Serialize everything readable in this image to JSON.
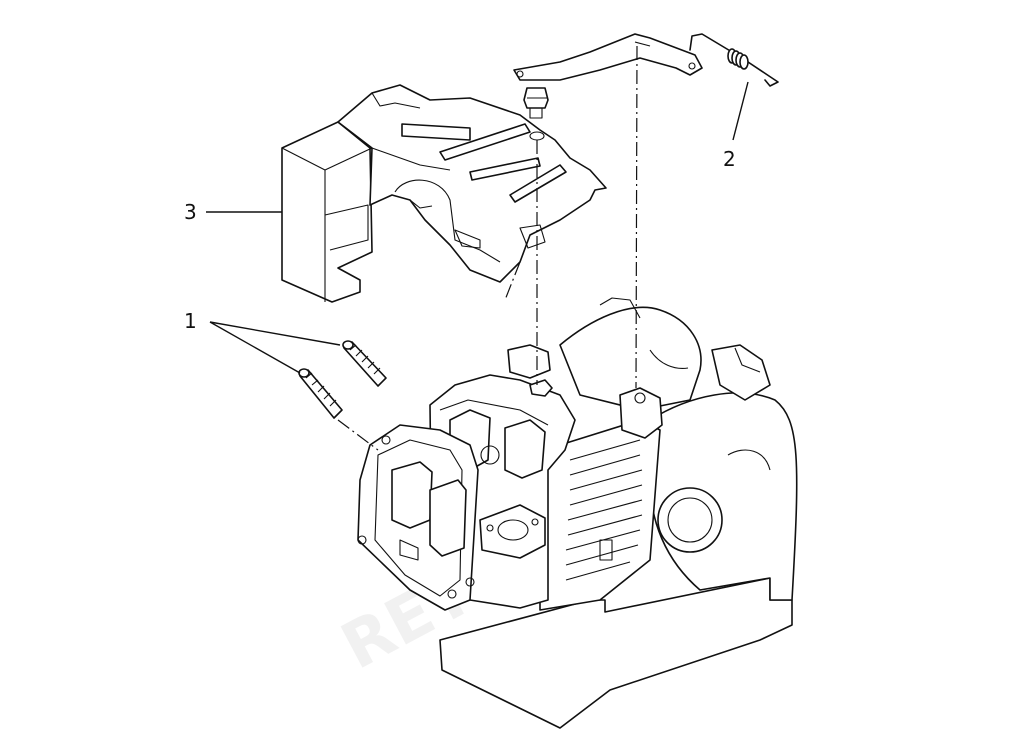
{
  "callouts": [
    {
      "id": "1",
      "label": "1"
    },
    {
      "id": "2",
      "label": "2"
    },
    {
      "id": "3",
      "label": "3"
    }
  ],
  "watermark": {
    "text": "RETOP"
  }
}
